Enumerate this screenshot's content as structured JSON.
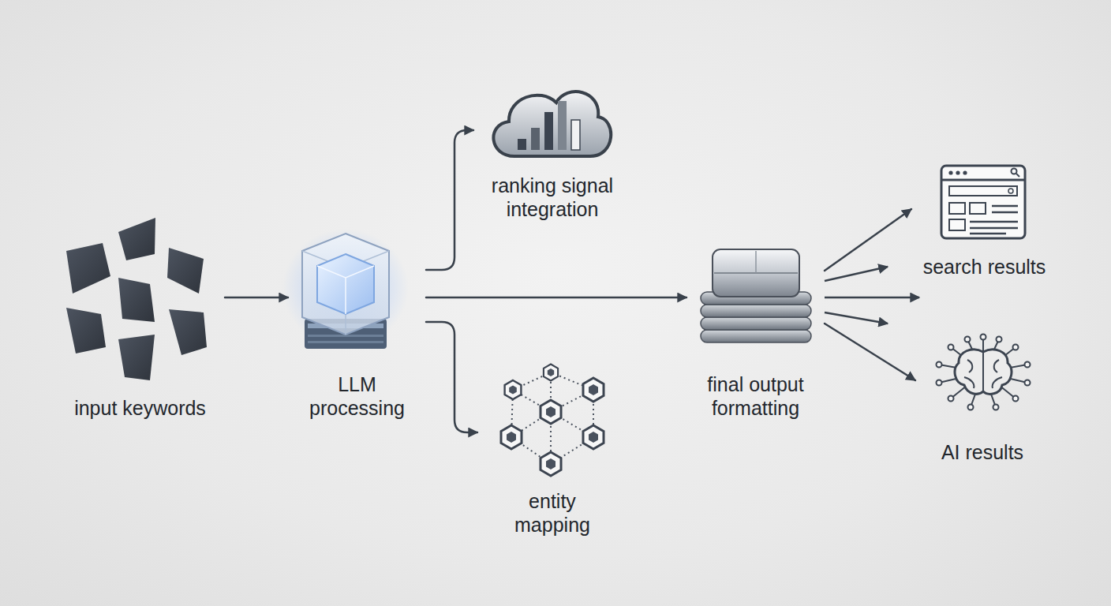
{
  "diagram": {
    "nodes": [
      {
        "text": [
          "input keywords"
        ]
      },
      {
        "text": [
          "LLM processing"
        ]
      },
      {
        "text": [
          "ranking signal integration"
        ]
      },
      {
        "text": [
          "entity mapping"
        ]
      },
      {
        "text": [
          "final output formatting"
        ]
      },
      {
        "text": [
          "search results"
        ]
      },
      {
        "text": [
          "AI results"
        ]
      }
    ],
    "edges": [
      {
        "from": 0,
        "to": 1,
        "arrow": "to"
      },
      {
        "from": 1,
        "to": 2,
        "arrow": "to"
      },
      {
        "from": 1,
        "to": 3,
        "arrow": "to"
      },
      {
        "from": 1,
        "to": 4,
        "arrow": "to"
      },
      {
        "from": 4,
        "to": 5,
        "arrow": "to"
      },
      {
        "from": 4,
        "to": 6,
        "arrow": "to"
      }
    ]
  }
}
